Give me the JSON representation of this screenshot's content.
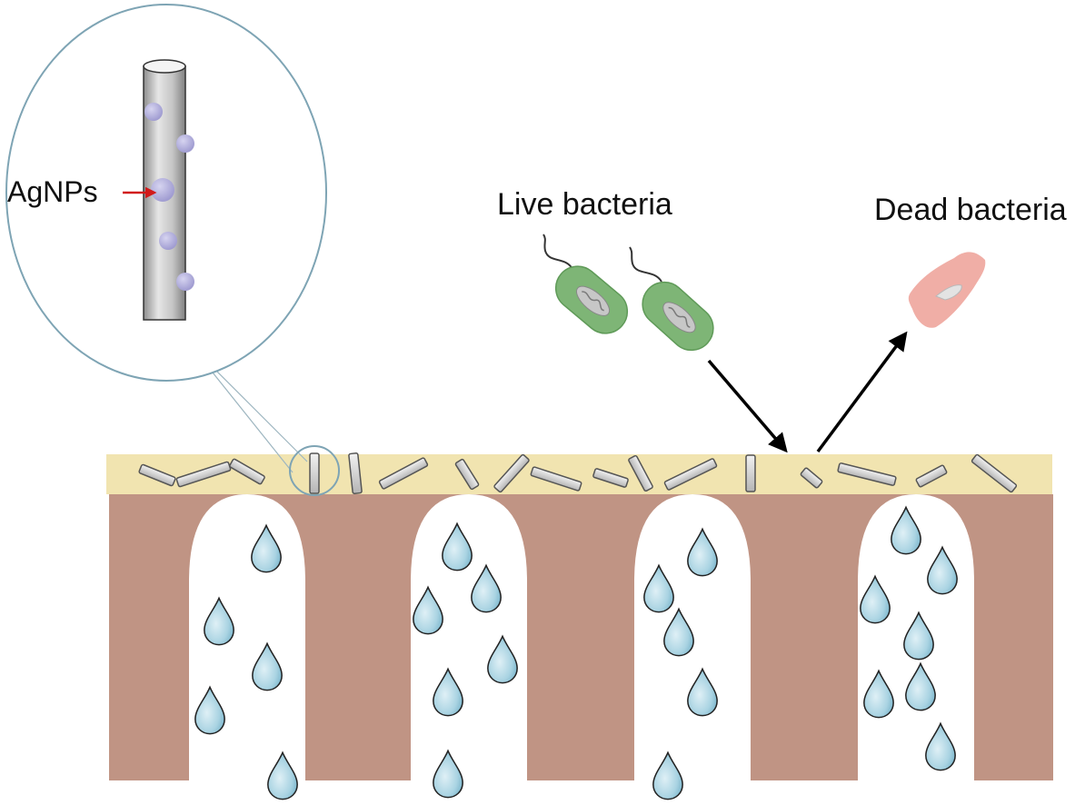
{
  "labels": {
    "agnps": "AgNPs",
    "live_bacteria": "Live bacteria",
    "dead_bacteria": "Dead bacteria"
  },
  "colors": {
    "coating": "#f1e4b0",
    "substrate": "#c09484",
    "pore": "#ffffff",
    "fiber": "#d8d8d8",
    "fiber_edge": "#555555",
    "nanoparticle": "#b9b6de",
    "bacteria_live": "#7eb576",
    "bacteria_dead": "#eea59c",
    "droplet": "#9ccbdc",
    "arrow": "#000000",
    "pointer_arrow": "#d11a1a",
    "zoom_outline": "#7ea4b4"
  },
  "icons": {
    "fiber": "fiber-icon",
    "nanoparticle": "nanoparticle-icon",
    "bacteria": "bacterium-icon",
    "droplet": "water-droplet-icon"
  }
}
